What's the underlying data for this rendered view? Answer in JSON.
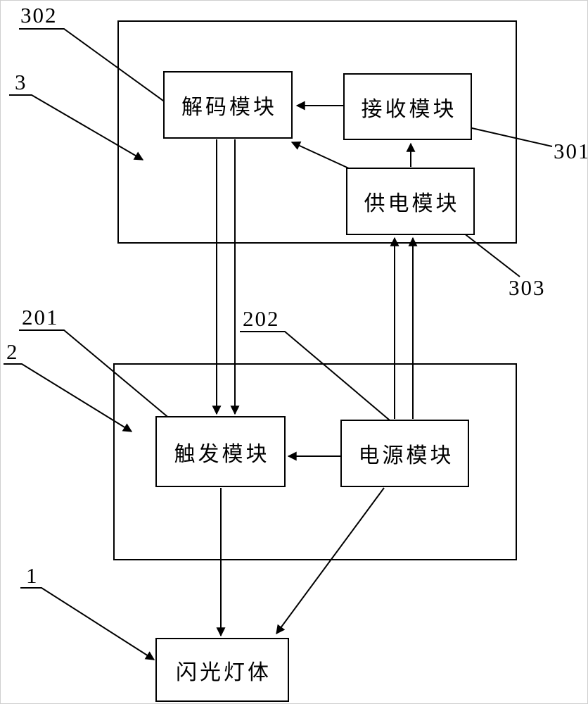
{
  "diagram": {
    "title": "flash-lamp control block diagram",
    "modules": {
      "decode": "解码模块",
      "receive": "接收模块",
      "power_supply": "供电模块",
      "trigger": "触发模块",
      "power_source": "电源模块",
      "flash_body": "闪光灯体"
    },
    "labels": {
      "n302": "302",
      "n3": "3",
      "n301": "301",
      "n303": "303",
      "n201": "201",
      "n2": "2",
      "n202": "202",
      "n1": "1"
    },
    "colors": {
      "line": "#000000",
      "background": "#ffffff"
    }
  }
}
